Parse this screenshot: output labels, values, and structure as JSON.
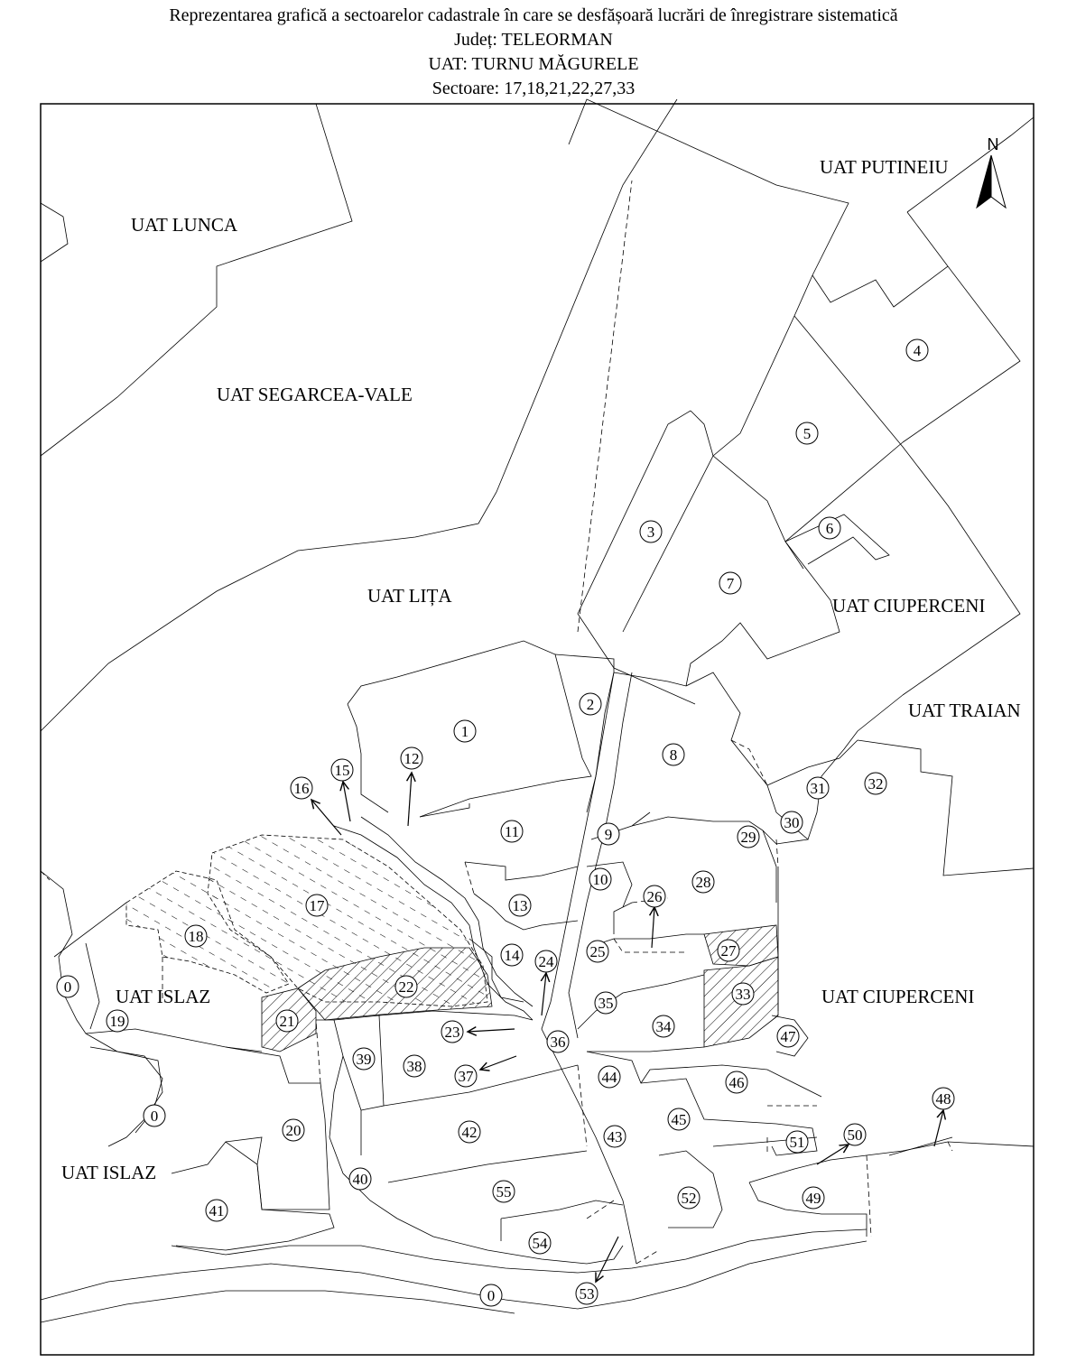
{
  "title": {
    "line1": "Reprezentarea grafică a sectoarelor cadastrale în care se desfășoară lucrări de înregistrare sistematică",
    "line2": "Județ: TELEORMAN",
    "line3": "UAT: TURNU MĂGURELE",
    "line4": "Sectoare: 17,18,21,22,27,33"
  },
  "north_label": "N",
  "neighbors": [
    {
      "name": "UAT LUNCA"
    },
    {
      "name": "UAT SEGARCEA-VALE"
    },
    {
      "name": "UAT LIȚA"
    },
    {
      "name": "UAT PUTINEIU"
    },
    {
      "name": "UAT CIUPERCENI"
    },
    {
      "name": "UAT TRAIAN"
    },
    {
      "name": "UAT CIUPERCENI"
    },
    {
      "name": "UAT ISLAZ"
    },
    {
      "name": "UAT ISLAZ"
    }
  ],
  "sectors": [
    "1",
    "2",
    "3",
    "4",
    "5",
    "6",
    "7",
    "8",
    "9",
    "10",
    "11",
    "12",
    "13",
    "14",
    "15",
    "16",
    "17",
    "18",
    "19",
    "20",
    "21",
    "22",
    "23",
    "24",
    "25",
    "26",
    "27",
    "28",
    "29",
    "30",
    "31",
    "32",
    "33",
    "34",
    "35",
    "36",
    "37",
    "38",
    "39",
    "40",
    "41",
    "42",
    "43",
    "44",
    "45",
    "46",
    "47",
    "48",
    "49",
    "50",
    "51",
    "52",
    "53",
    "54",
    "55",
    "0",
    "0",
    "0"
  ],
  "highlighted_sectors": [
    "17",
    "18",
    "21",
    "22",
    "27",
    "33"
  ]
}
